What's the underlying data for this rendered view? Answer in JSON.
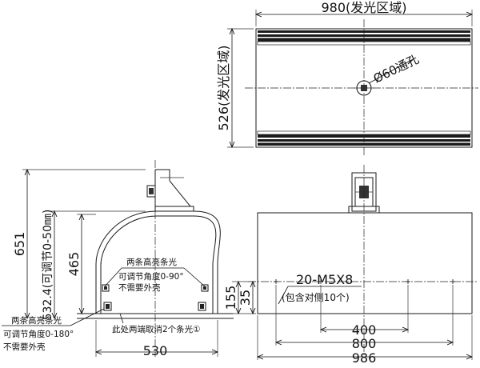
{
  "top_view": {
    "dim_width": "980(发光区域)",
    "dim_height": "526(发光区域)",
    "hole_label": "Ø60通孔"
  },
  "left_view": {
    "dim_total_height": "651",
    "dim_adjust": "532.4(可调节0-50㎜)",
    "dim_inner_height": "465",
    "dim_bottom_width": "530",
    "note_bars_title": "两条高亮条光",
    "note_bars_angle": "可调节角度0-90°",
    "note_bars_shell": "不需要外壳",
    "note_side_title": "两条高亮条光",
    "note_side_angle": "可调节角度0-180°",
    "note_side_shell": "不需要外壳",
    "note_remove": "此处两端取消2个条光①"
  },
  "right_view": {
    "dim_155": "155",
    "dim_35": "35",
    "hole_spec": "20-M5X8",
    "hole_note": "(包含对侧10个)",
    "dim_400": "400",
    "dim_800": "800",
    "dim_986": "986"
  }
}
